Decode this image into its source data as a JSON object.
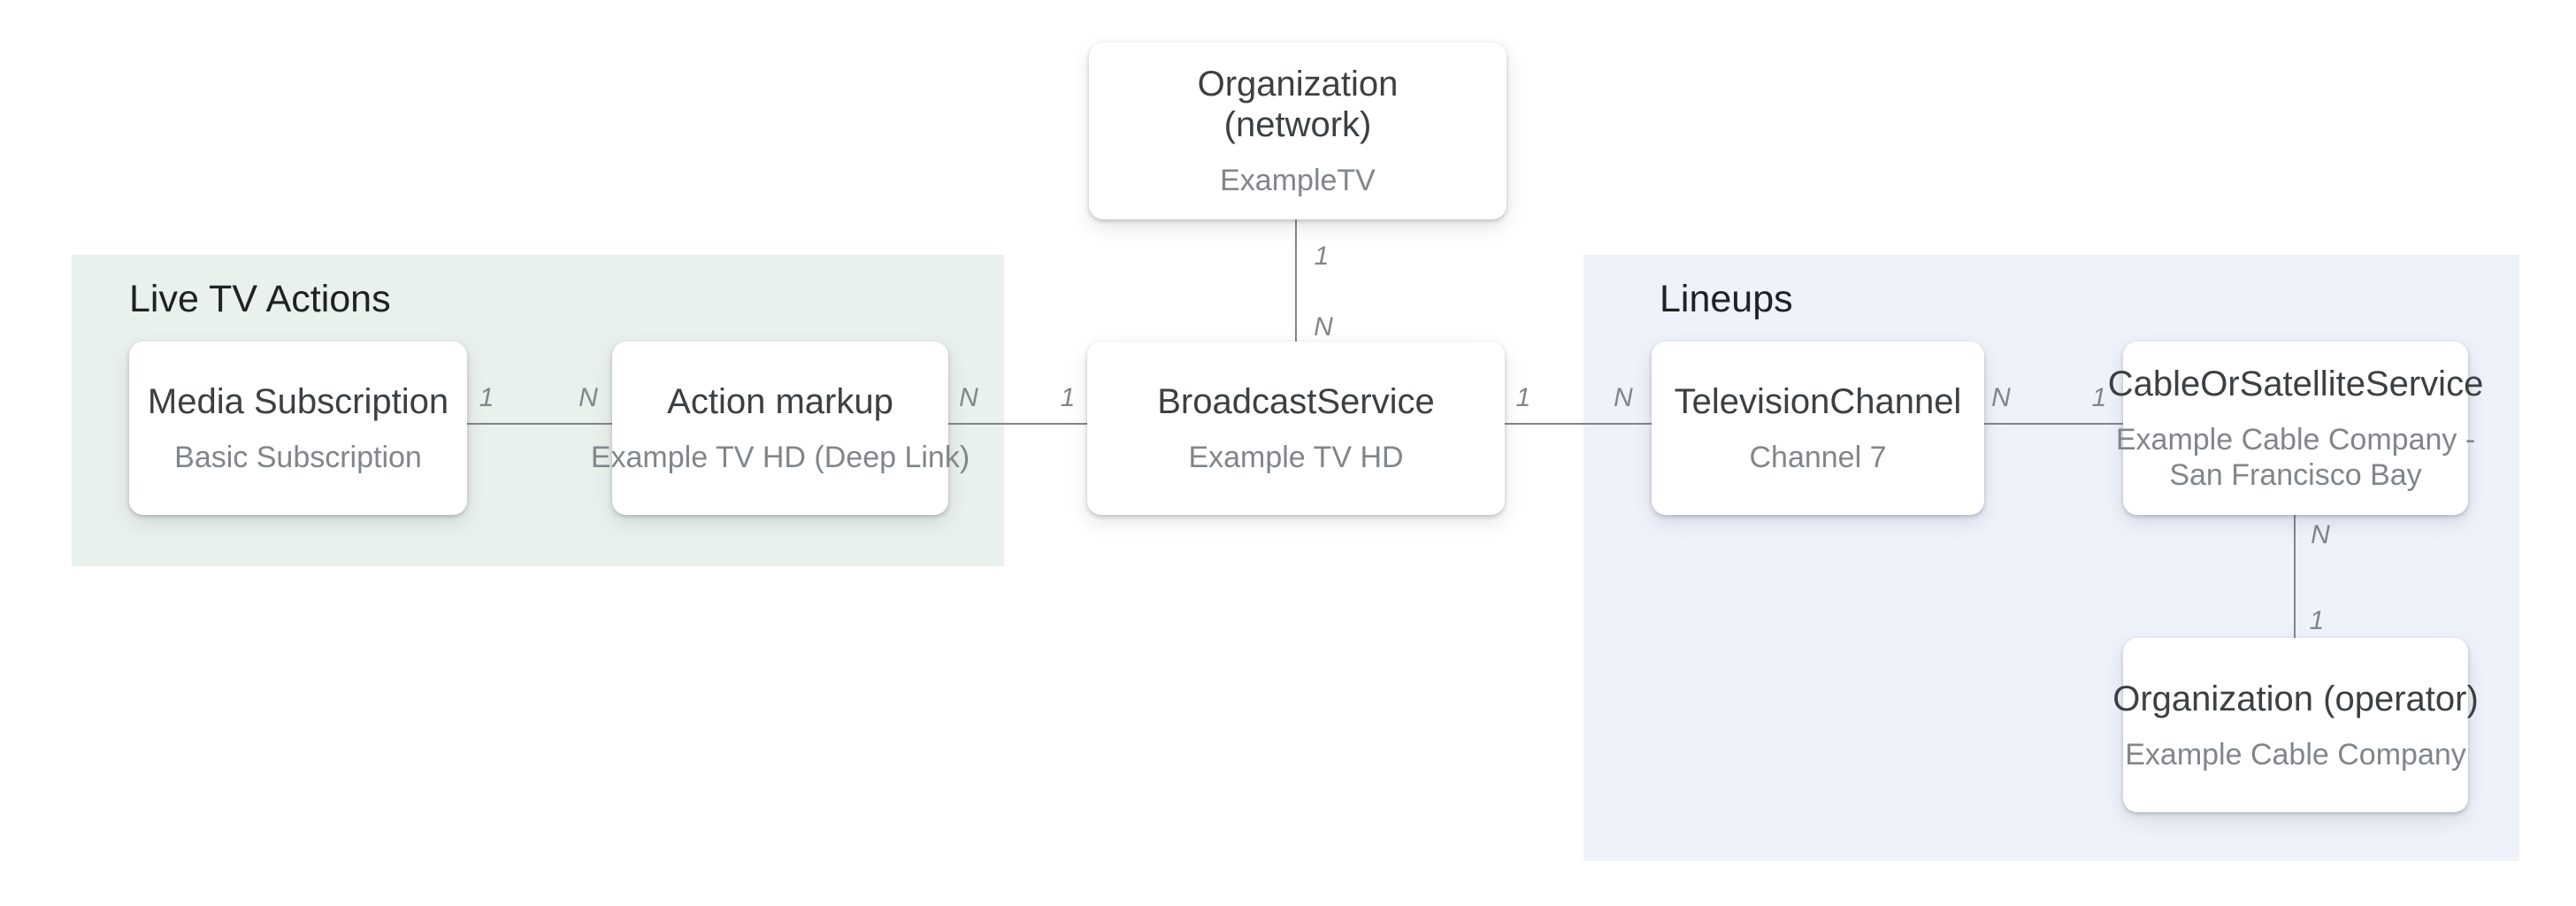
{
  "diagram": {
    "groups": {
      "live_tv_actions": {
        "label": "Live TV Actions"
      },
      "lineups": {
        "label": "Lineups"
      }
    },
    "nodes": {
      "org_network": {
        "title_line1": "Organization",
        "title_line2": "(network)",
        "subtitle": "ExampleTV"
      },
      "media_subscription": {
        "title": "Media Subscription",
        "subtitle": "Basic Subscription"
      },
      "action_markup": {
        "title": "Action markup",
        "subtitle": "Example TV HD (Deep Link)"
      },
      "broadcast_service": {
        "title": "BroadcastService",
        "subtitle": "Example TV HD"
      },
      "television_channel": {
        "title": "TelevisionChannel",
        "subtitle": "Channel 7"
      },
      "cable_or_satellite_service": {
        "title": "CableOrSatelliteService",
        "subtitle_line1": "Example Cable Company -",
        "subtitle_line2": "San Francisco Bay"
      },
      "org_operator": {
        "title": "Organization (operator)",
        "subtitle": "Example Cable Company"
      }
    },
    "cardinality": {
      "media_to_action": {
        "start": "1",
        "end": "N"
      },
      "action_to_broadcast": {
        "start": "N",
        "end": "1"
      },
      "network_to_broadcast": {
        "start": "1",
        "end": "N"
      },
      "broadcast_to_tv": {
        "start": "1",
        "end": "N"
      },
      "tv_to_cable": {
        "start": "N",
        "end": "1"
      },
      "cable_to_operator": {
        "start": "N",
        "end": "1"
      }
    },
    "colors": {
      "page_bg": "#ffffff",
      "live_tv_panel_bg": "#e8f1ec",
      "lineups_panel_bg": "#eef2fb",
      "node_bg": "#ffffff",
      "connector_line": "#80868b",
      "node_title_text": "#3c4043",
      "node_subtitle_text": "#80868b",
      "group_title_text": "#202124",
      "cardinality_text": "#80868b"
    }
  }
}
